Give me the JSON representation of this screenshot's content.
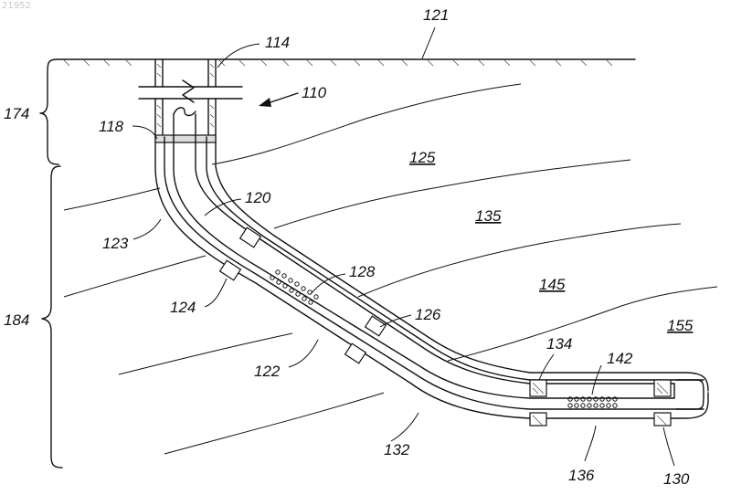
{
  "figure_id": "21952",
  "labels": {
    "ground_surface": "121",
    "casing": "114",
    "well_system": "110",
    "zone_upper": "174",
    "zone_lower": "184",
    "cement_plug": "118",
    "inner_tubular": "120",
    "borehole_wall": "123",
    "packer_upper_left": "124",
    "perforations_upper": "128",
    "packer_upper_right": "126",
    "outer_tubular": "122",
    "formation_1": "125",
    "formation_2": "135",
    "formation_3": "145",
    "formation_4": "155",
    "annulus": "132",
    "packer_lower": "134",
    "perforations_lower": "142",
    "lateral_section": "136",
    "toe_packer": "130"
  }
}
